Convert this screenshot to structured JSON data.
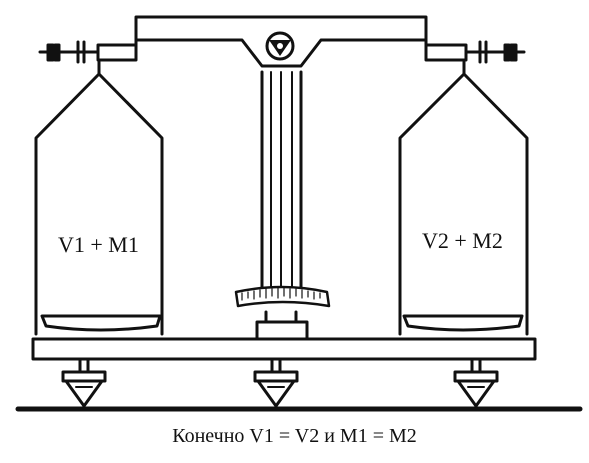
{
  "labels": {
    "left_pan": "V1 + M1",
    "right_pan": "V2 + M2"
  },
  "caption": "Конечно V1 = V2 и M1 = M2",
  "colors": {
    "ink": "#111111",
    "paper": "#ffffff"
  }
}
